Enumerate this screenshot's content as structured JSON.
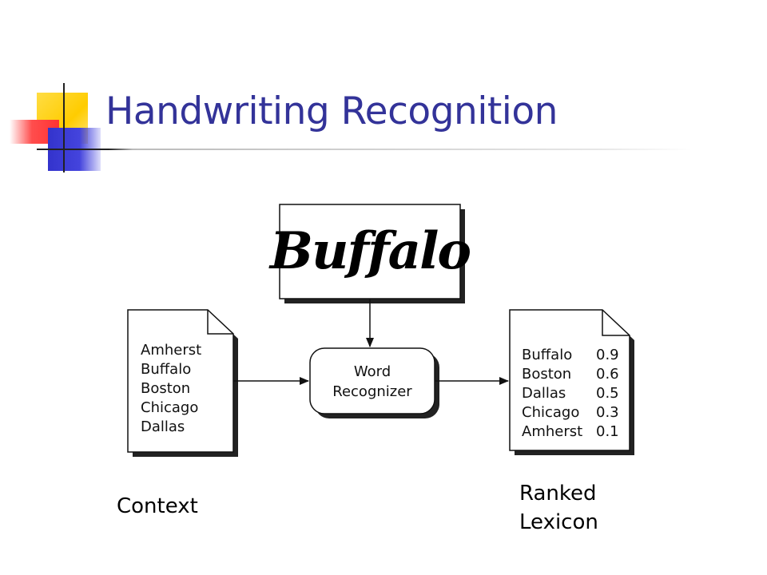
{
  "slide": {
    "title": "Handwriting Recognition"
  },
  "diagram": {
    "handwritten_word": "Buffalo",
    "recognizer": {
      "line1": "Word",
      "line2": "Recognizer"
    },
    "context_list": [
      "Amherst",
      "Buffalo",
      "Boston",
      "Chicago",
      "Dallas"
    ],
    "ranked_list": [
      {
        "word": "Buffalo",
        "score": "0.9"
      },
      {
        "word": "Boston",
        "score": "0.6"
      },
      {
        "word": "Dallas",
        "score": "0.5"
      },
      {
        "word": "Chicago",
        "score": "0.3"
      },
      {
        "word": "Amherst",
        "score": "0.1"
      }
    ]
  },
  "captions": {
    "context": "Context",
    "ranked": "Ranked\nLexicon"
  },
  "colors": {
    "title": "#333399",
    "deco_yellow": "#ffcc00",
    "deco_red": "#ff3333",
    "deco_blue": "#3333cc"
  }
}
